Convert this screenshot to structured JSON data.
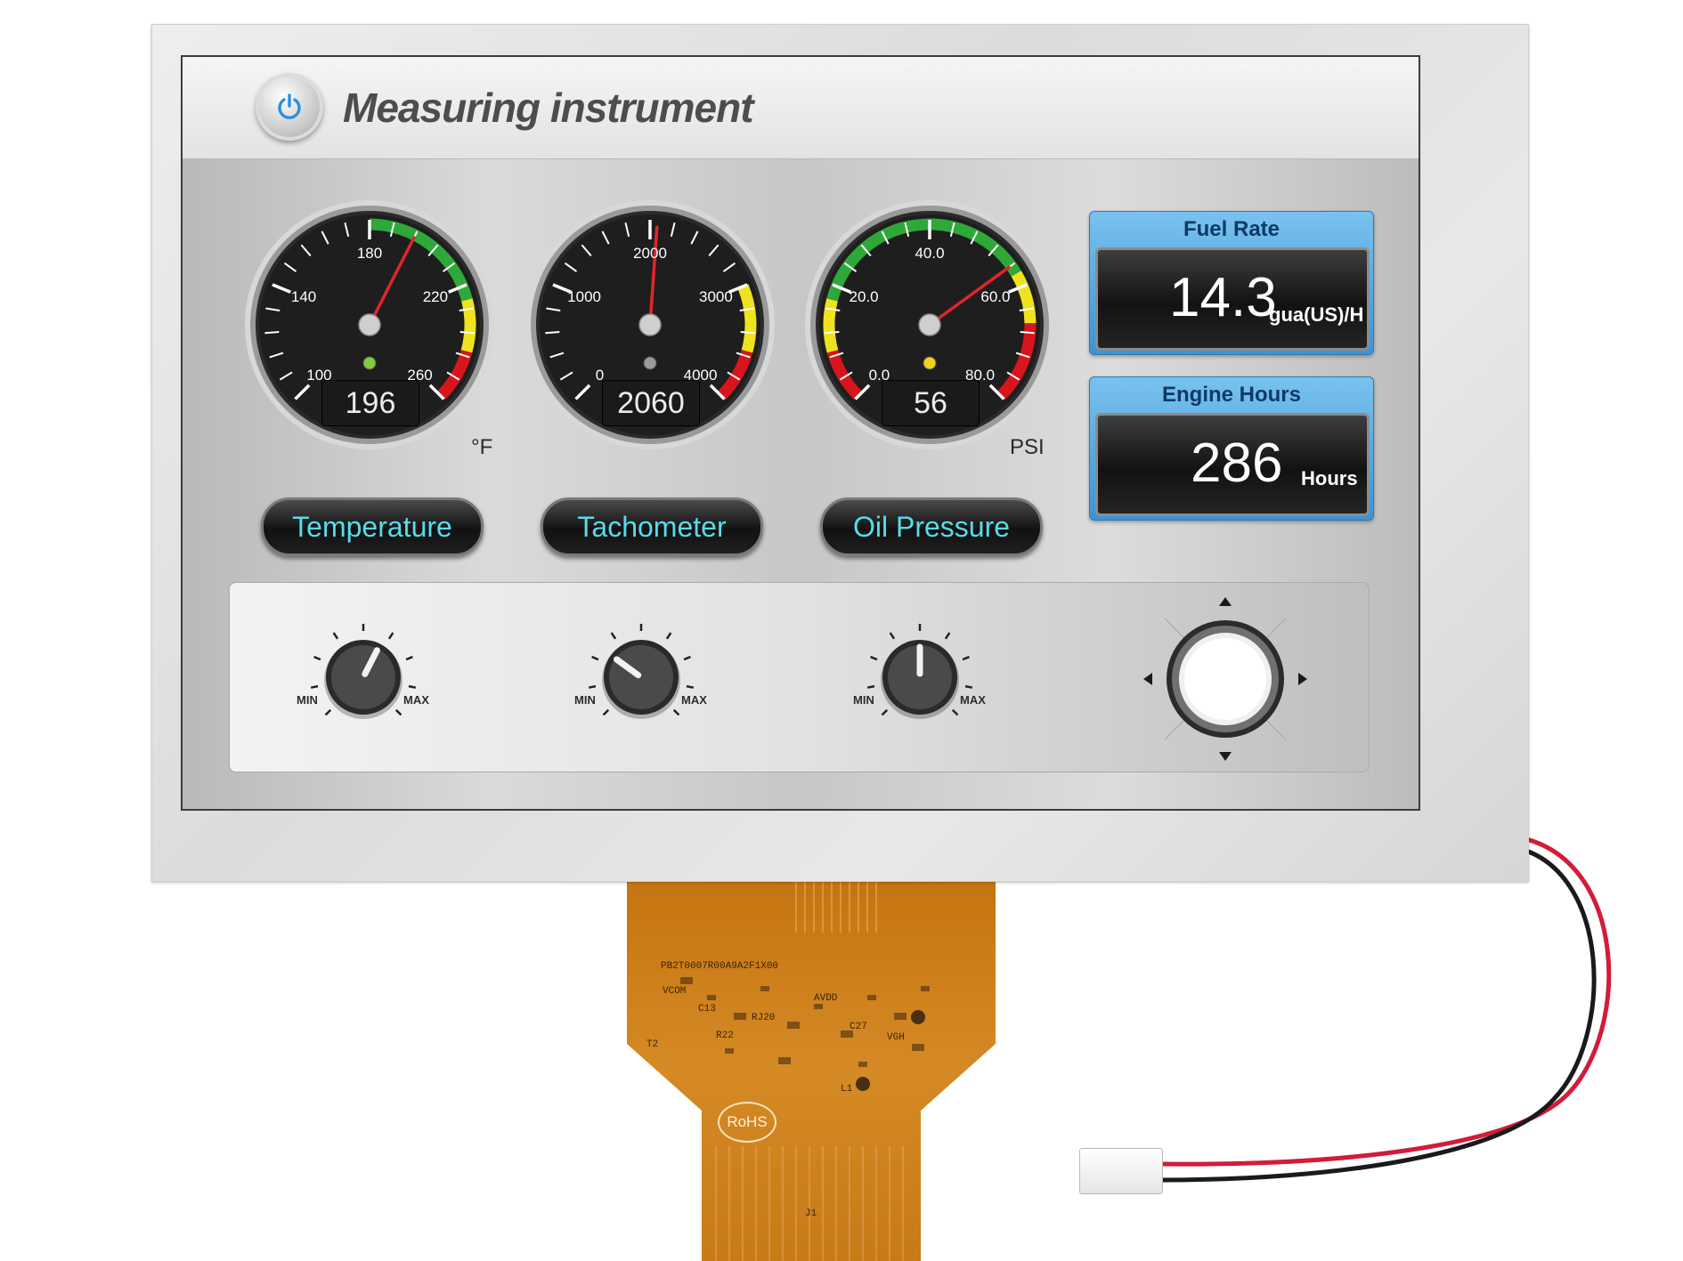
{
  "header": {
    "title": "Measuring instrument",
    "power_icon": "power-icon"
  },
  "gauges": [
    {
      "name": "Temperature",
      "ticks": [
        "100",
        "140",
        "180",
        "220",
        "260"
      ],
      "value": "196",
      "unit": "°F",
      "indicator_color": "#7fcf3a"
    },
    {
      "name": "Tachometer",
      "ticks": [
        "0",
        "1000",
        "2000",
        "3000",
        "4000"
      ],
      "value": "2060",
      "unit": "",
      "indicator_color": "#9a9a9a"
    },
    {
      "name": "Oil Pressure",
      "ticks": [
        "0.0",
        "20.0",
        "40.0",
        "60.0",
        "80.0"
      ],
      "value": "56",
      "unit": "PSI",
      "indicator_color": "#f2d21a"
    }
  ],
  "info_cards": [
    {
      "title": "Fuel Rate",
      "value": "14.3",
      "unit": "gua(US)/H"
    },
    {
      "title": "Engine Hours",
      "value": "286",
      "unit": "Hours"
    }
  ],
  "knobs": [
    {
      "min_label": "MIN",
      "max_label": "MAX",
      "level": 0.6
    },
    {
      "min_label": "MIN",
      "max_label": "MAX",
      "level": 0.3
    },
    {
      "min_label": "MIN",
      "max_label": "MAX",
      "level": 0.5
    }
  ],
  "flex_cable": {
    "part_number": "PB2T0007R00A9A2F1X00",
    "rohs": "RoHS",
    "silkscreen": [
      "VCOM",
      "AVDD",
      "C13",
      "RJ20",
      "VGH",
      "C27",
      "J1",
      "T2",
      "L1",
      "R22"
    ]
  },
  "colors": {
    "gauge_green": "#2fa83a",
    "gauge_yellow": "#f0e21e",
    "gauge_red": "#d8141c",
    "needle": "#e0262a",
    "label_text": "#56dcea",
    "card_blue": "#4fa4de",
    "flex_orange": "#d2831c",
    "wire_red": "#d21c3a",
    "wire_black": "#1a1a1a"
  }
}
